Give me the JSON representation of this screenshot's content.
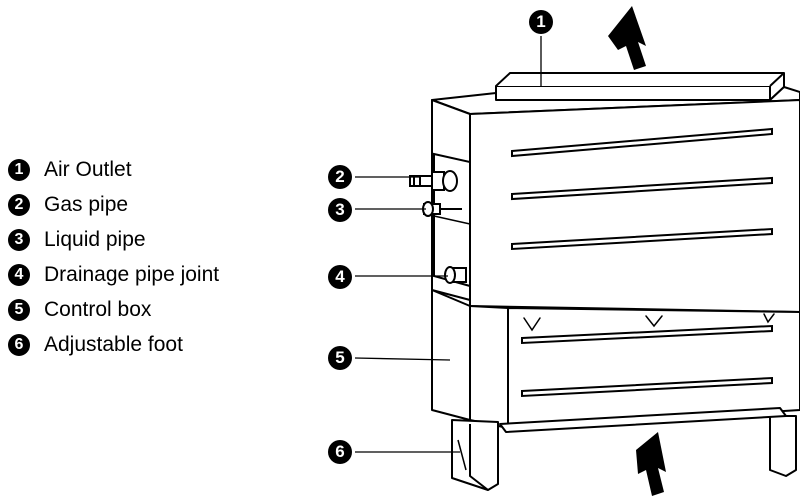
{
  "legend": [
    {
      "num": "1",
      "label": "Air Outlet"
    },
    {
      "num": "2",
      "label": "Gas pipe"
    },
    {
      "num": "3",
      "label": "Liquid pipe"
    },
    {
      "num": "4",
      "label": "Drainage pipe joint"
    },
    {
      "num": "5",
      "label": "Control box"
    },
    {
      "num": "6",
      "label": "Adjustable foot"
    }
  ],
  "callouts": [
    "1",
    "2",
    "3",
    "4",
    "5",
    "6"
  ],
  "colors": {
    "ink": "#000000",
    "background": "#ffffff",
    "panel": "#ffffff"
  }
}
